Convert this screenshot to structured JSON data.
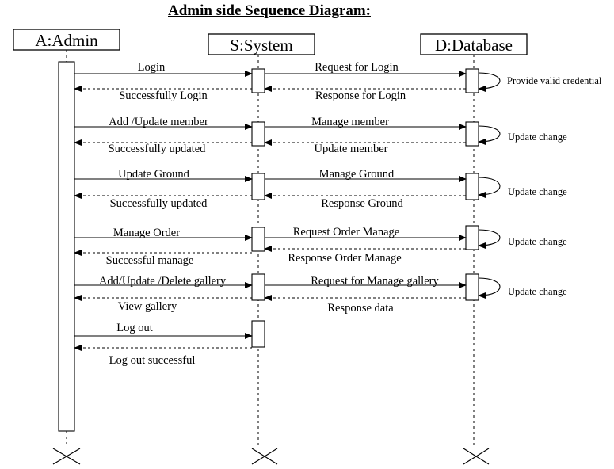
{
  "title": "Admin side Sequence Diagram:",
  "actors": [
    {
      "id": "admin",
      "label": "A:Admin"
    },
    {
      "id": "system",
      "label": "S:System"
    },
    {
      "id": "db",
      "label": "D:Database"
    }
  ],
  "groups": [
    {
      "admin_to_system": "Login",
      "system_to_admin": "Successfully Login",
      "system_to_db": "Request for Login",
      "db_to_system": "Response for Login",
      "db_self": "Provide valid credential"
    },
    {
      "admin_to_system": "Add /Update member",
      "system_to_admin": "Successfully updated",
      "system_to_db": "Manage member",
      "db_to_system": "Update member",
      "db_self": "Update change"
    },
    {
      "admin_to_system": "Update Ground",
      "system_to_admin": "Successfully updated",
      "system_to_db": "Manage Ground",
      "db_to_system": "Response  Ground",
      "db_self": "Update change"
    },
    {
      "admin_to_system": "Manage Order",
      "system_to_admin": "Successful manage",
      "system_to_db": "Request Order Manage",
      "db_to_system": "Response Order Manage",
      "db_self": "Update change"
    },
    {
      "admin_to_system": "Add/Update /Delete gallery",
      "system_to_admin": "View gallery",
      "system_to_db": "Request for Manage gallery",
      "db_to_system": "Response data",
      "db_self": "Update change"
    },
    {
      "admin_to_system": "Log out",
      "system_to_admin": "Log out successful"
    }
  ]
}
